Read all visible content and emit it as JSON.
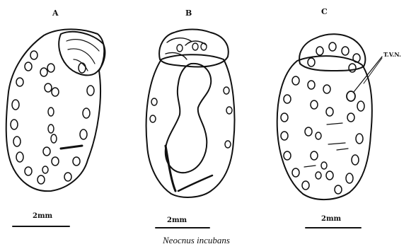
{
  "figure": {
    "panels": [
      {
        "label": "A",
        "scale_label": "2mm"
      },
      {
        "label": "B",
        "scale_label": "2mm"
      },
      {
        "label": "C",
        "scale_label": "2mm",
        "annotation": "T.V.N."
      }
    ],
    "caption": "Neocnus incubans"
  }
}
